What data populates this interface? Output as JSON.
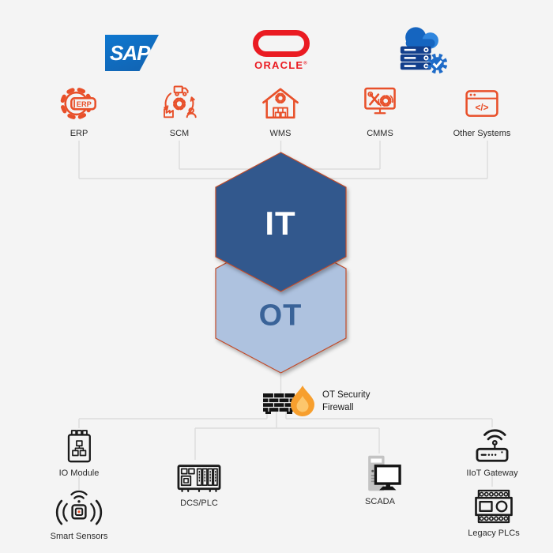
{
  "colors": {
    "bg": "#f4f4f4",
    "line": "#dcdcdc",
    "orange": "#e8502a",
    "ink": "#1b1b1b",
    "hex-it": "#31598d",
    "hex-ot": "#aec2df",
    "hex-stroke": "#bf4b2c",
    "it-text": "#ffffff",
    "ot-text": "#3a6398",
    "label": "#2b2b2b",
    "sap-a": "#0e77cf",
    "sap-b": "#1262b0",
    "oracle-red": "#ea1b22",
    "cloud-dark": "#1565c0",
    "cloud-light": "#2f86de",
    "server-navy": "#123f8c",
    "gear-blue": "#1e6bc8",
    "flame": "#f79f2e",
    "flame-inner": "#fcc66c",
    "wall": "#141414",
    "scada-gray": "#c3c3c3"
  },
  "logos": {
    "sap": "SAP",
    "oracle": "ORACLE",
    "oracle_reg": "®"
  },
  "it_systems": [
    {
      "label": "ERP"
    },
    {
      "label": "SCM"
    },
    {
      "label": "WMS"
    },
    {
      "label": "CMMS"
    },
    {
      "label": "Other Systems"
    }
  ],
  "erp_badge": "ERP",
  "code_glyph": "</>",
  "hexagons": {
    "it": "IT",
    "ot": "OT"
  },
  "firewall": {
    "line1": "OT Security",
    "line2": "Firewall"
  },
  "ot_devices": [
    {
      "label": "IO Module"
    },
    {
      "label": "DCS/PLC"
    },
    {
      "label": "SCADA"
    },
    {
      "label": "IIoT Gateway"
    },
    {
      "label": "Smart Sensors"
    },
    {
      "label": "Legacy PLCs"
    }
  ]
}
